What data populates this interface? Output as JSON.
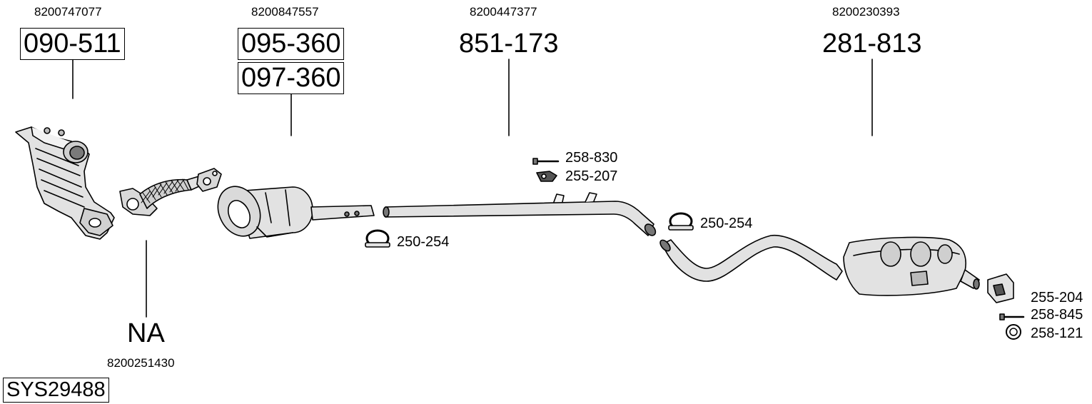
{
  "oem_numbers": {
    "catalyst_front": "8200747077",
    "dpf": "8200847557",
    "middle_pipe": "8200447377",
    "rear_muffler": "8200230393",
    "flex_pipe": "8200251430"
  },
  "part_numbers": {
    "catalyst_front": "090-511",
    "dpf_primary": "095-360",
    "dpf_alternate": "097-360",
    "middle_pipe": "851-173",
    "rear_muffler": "281-813",
    "flex_pipe": "NA"
  },
  "accessories": {
    "clamp_left": "250-254",
    "clamp_right": "250-254",
    "bolt_middle": "258-830",
    "rubber_mount_middle": "255-207",
    "rubber_mount_rear": "255-204",
    "bolt_rear": "258-845",
    "ring_rear": "258-121"
  },
  "system_id": "SYS29488"
}
